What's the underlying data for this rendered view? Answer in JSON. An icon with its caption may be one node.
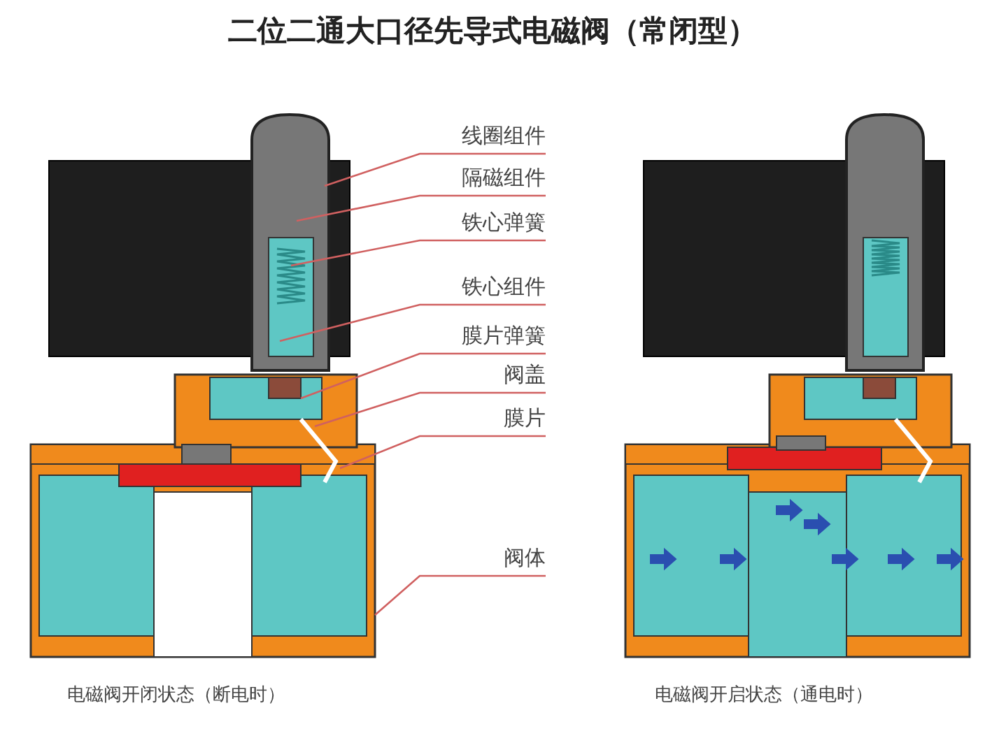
{
  "diagram": {
    "title": "二位二通大口径先导式电磁阀（常闭型）",
    "nodes": [
      {
        "text": [
          "线圈组件"
        ]
      },
      {
        "text": [
          "隔磁组件"
        ]
      },
      {
        "text": [
          "铁心弹簧"
        ]
      },
      {
        "text": [
          "铁心组件"
        ]
      },
      {
        "text": [
          "膜片弹簧"
        ]
      },
      {
        "text": [
          "阀盖"
        ]
      },
      {
        "text": [
          "膜片"
        ]
      },
      {
        "text": [
          "阀体"
        ]
      }
    ],
    "edges": [
      {
        "from": 0,
        "to": null,
        "arrow": "none"
      },
      {
        "from": 1,
        "to": null,
        "arrow": "none"
      },
      {
        "from": 2,
        "to": null,
        "arrow": "none"
      },
      {
        "from": 3,
        "to": null,
        "arrow": "none"
      },
      {
        "from": 4,
        "to": null,
        "arrow": "none"
      },
      {
        "from": 5,
        "to": null,
        "arrow": "none"
      },
      {
        "from": 6,
        "to": null,
        "arrow": "none"
      },
      {
        "from": 7,
        "to": null,
        "arrow": "none"
      }
    ],
    "labels": [
      "电磁阀开闭状态（断电时）",
      "电磁阀开启状态（通电时）"
    ]
  }
}
